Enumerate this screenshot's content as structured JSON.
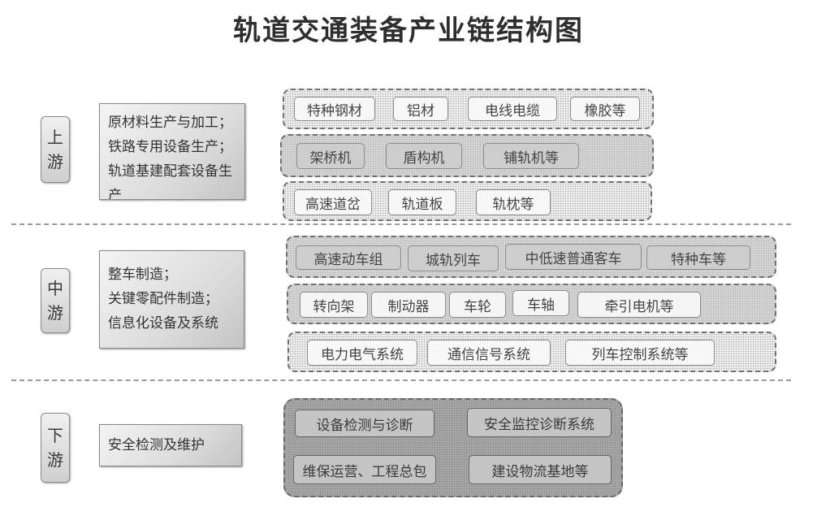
{
  "title": "轨道交通装备产业链结构图",
  "stages": [
    {
      "tab": [
        "上",
        "游"
      ],
      "description": [
        "原材料生产与加工；",
        "铁路专用设备生产；",
        "轨道基建配套设备生",
        "产"
      ],
      "rows": [
        [
          "特种钢材",
          "铝材",
          "电线电缆",
          "橡胶等"
        ],
        [
          "架桥机",
          "盾构机",
          "铺轨机等"
        ],
        [
          "高速道岔",
          "轨道板",
          "轨枕等"
        ]
      ]
    },
    {
      "tab": [
        "中",
        "游"
      ],
      "description": [
        "整车制造；",
        "关键零配件制造；",
        "信息化设备及系统"
      ],
      "rows": [
        [
          "高速动车组",
          "城轨列车",
          "中低速普通客车",
          "特种车等"
        ],
        [
          "转向架",
          "制动器",
          "车轮",
          "车轴",
          "牵引电机等"
        ],
        [
          "电力电气系统",
          "通信信号系统",
          "列车控制系统等"
        ]
      ]
    },
    {
      "tab": [
        "下",
        "游"
      ],
      "description": [
        "安全检测及维护"
      ],
      "rows": [
        [
          "设备检测与诊断",
          "安全监控诊断系统"
        ],
        [
          "维保运营、工程总包",
          "建设物流基地等"
        ]
      ]
    }
  ]
}
